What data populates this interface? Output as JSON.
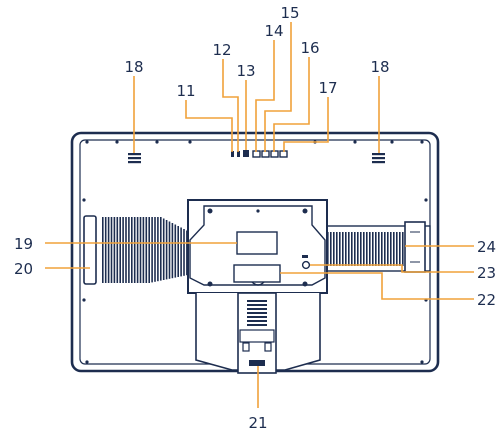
{
  "callouts": [
    {
      "id": "11",
      "label": "11"
    },
    {
      "id": "12",
      "label": "12"
    },
    {
      "id": "13",
      "label": "13"
    },
    {
      "id": "14",
      "label": "14"
    },
    {
      "id": "15",
      "label": "15"
    },
    {
      "id": "16",
      "label": "16"
    },
    {
      "id": "17",
      "label": "17"
    },
    {
      "id": "18a",
      "label": "18"
    },
    {
      "id": "18b",
      "label": "18"
    },
    {
      "id": "19",
      "label": "19"
    },
    {
      "id": "20",
      "label": "20"
    },
    {
      "id": "21",
      "label": "21"
    },
    {
      "id": "22",
      "label": "22"
    },
    {
      "id": "23",
      "label": "23"
    },
    {
      "id": "24",
      "label": "24"
    }
  ],
  "colors": {
    "outline": "#1d2d4f",
    "leader": "#f0a23a",
    "background": "#ffffff"
  }
}
